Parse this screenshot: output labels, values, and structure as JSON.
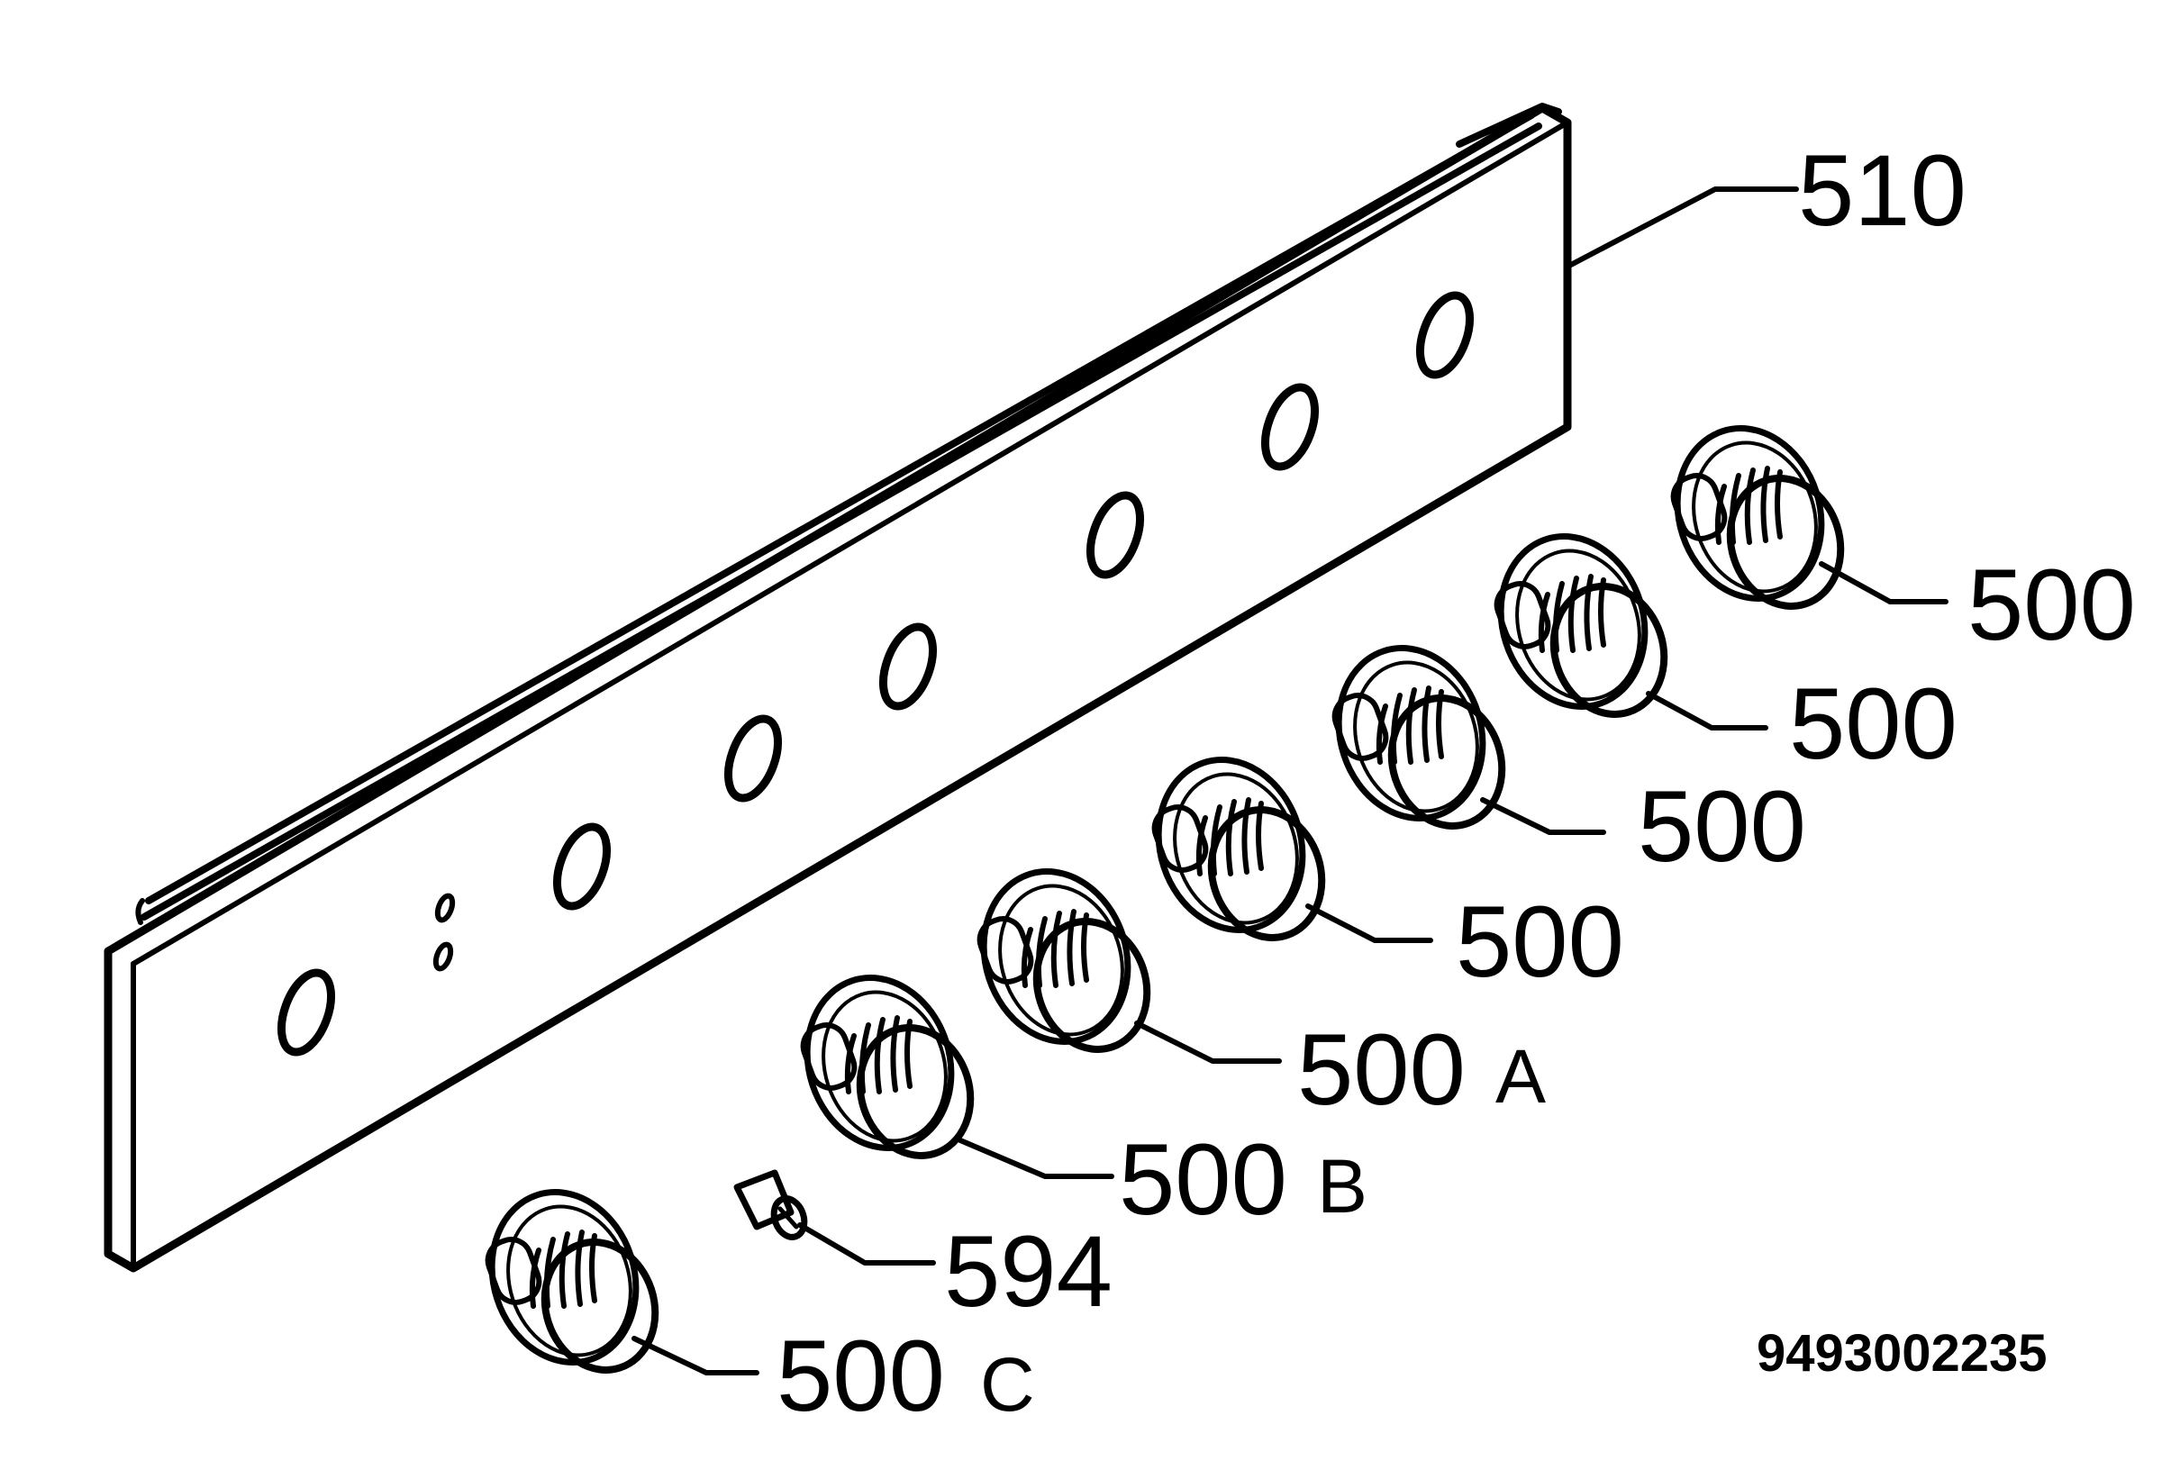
{
  "diagram": {
    "document_number": "9493002235",
    "callouts": {
      "panel": "510",
      "knob_1": "500",
      "knob_2": "500",
      "knob_3": "500",
      "knob_4": "500",
      "knob_a": {
        "number": "500",
        "suffix": "A"
      },
      "knob_b": {
        "number": "500",
        "suffix": "B"
      },
      "screw": "594",
      "knob_c": {
        "number": "500",
        "suffix": "C"
      }
    }
  }
}
